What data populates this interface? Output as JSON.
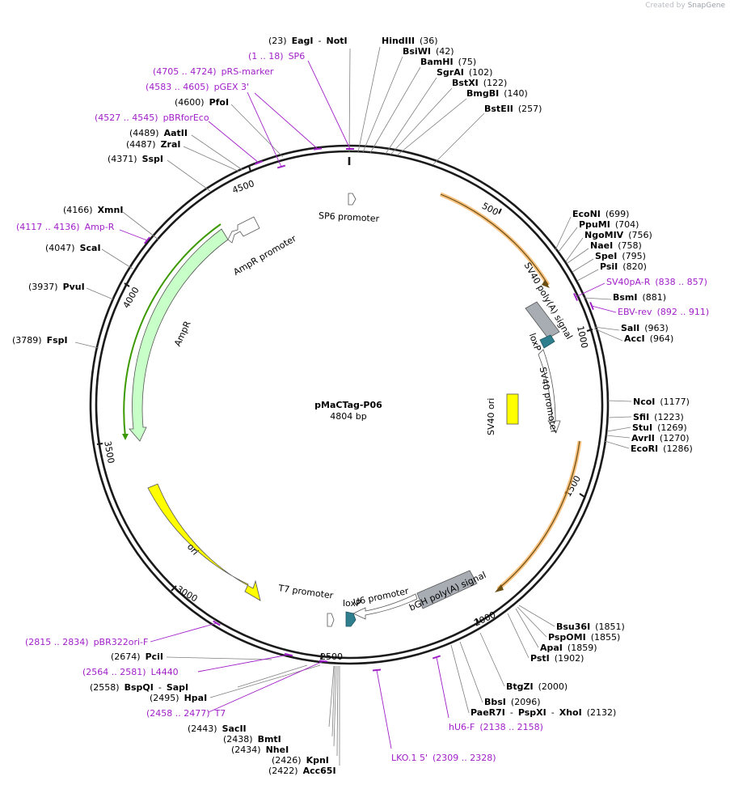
{
  "watermark": {
    "prefix": "Created by",
    "brand": "SnapGene"
  },
  "plasmid": {
    "name": "pMaCTag-P06",
    "length_label": "4804 bp",
    "length": 4804
  },
  "ticks": [
    "500",
    "1000",
    "1500",
    "2000",
    "2500",
    "3000",
    "3500",
    "4000",
    "4500"
  ],
  "enzymes": [
    {
      "id": "eagi-noti",
      "parts": [
        [
          "(23)",
          "pos"
        ],
        [
          "EagI",
          "name"
        ],
        [
          "-",
          "pos"
        ],
        [
          "NotI",
          "name"
        ]
      ]
    },
    {
      "id": "hindiii",
      "parts": [
        [
          "HindIII",
          "name"
        ],
        [
          "(36)",
          "pos"
        ]
      ]
    },
    {
      "id": "bsiwi",
      "parts": [
        [
          "BsiWI",
          "name"
        ],
        [
          "(42)",
          "pos"
        ]
      ]
    },
    {
      "id": "bamhi",
      "parts": [
        [
          "BamHI",
          "name"
        ],
        [
          "(75)",
          "pos"
        ]
      ]
    },
    {
      "id": "sgrai",
      "parts": [
        [
          "SgrAI",
          "name"
        ],
        [
          "(102)",
          "pos"
        ]
      ]
    },
    {
      "id": "bstxi",
      "parts": [
        [
          "BstXI",
          "name"
        ],
        [
          "(122)",
          "pos"
        ]
      ]
    },
    {
      "id": "bmgbi",
      "parts": [
        [
          "BmgBI",
          "name"
        ],
        [
          "(140)",
          "pos"
        ]
      ]
    },
    {
      "id": "bsteii",
      "parts": [
        [
          "BstEII",
          "name"
        ],
        [
          "(257)",
          "pos"
        ]
      ]
    },
    {
      "id": "econi",
      "parts": [
        [
          "EcoNI",
          "name"
        ],
        [
          "(699)",
          "pos"
        ]
      ]
    },
    {
      "id": "ppumi",
      "parts": [
        [
          "PpuMI",
          "name"
        ],
        [
          "(704)",
          "pos"
        ]
      ]
    },
    {
      "id": "ngomiv",
      "parts": [
        [
          "NgoMIV",
          "name"
        ],
        [
          "(756)",
          "pos"
        ]
      ]
    },
    {
      "id": "naei",
      "parts": [
        [
          "NaeI",
          "name"
        ],
        [
          "(758)",
          "pos"
        ]
      ]
    },
    {
      "id": "spei",
      "parts": [
        [
          "SpeI",
          "name"
        ],
        [
          "(795)",
          "pos"
        ]
      ]
    },
    {
      "id": "psii",
      "parts": [
        [
          "PsiI",
          "name"
        ],
        [
          "(820)",
          "pos"
        ]
      ]
    },
    {
      "id": "bsmi",
      "parts": [
        [
          "BsmI",
          "name"
        ],
        [
          "(881)",
          "pos"
        ]
      ]
    },
    {
      "id": "sali",
      "parts": [
        [
          "SalI",
          "name"
        ],
        [
          "(963)",
          "pos"
        ]
      ]
    },
    {
      "id": "acci",
      "parts": [
        [
          "AccI",
          "name"
        ],
        [
          "(964)",
          "pos"
        ]
      ]
    },
    {
      "id": "ncoi",
      "parts": [
        [
          "NcoI",
          "name"
        ],
        [
          "(1177)",
          "pos"
        ]
      ]
    },
    {
      "id": "sfii",
      "parts": [
        [
          "SfiI",
          "name"
        ],
        [
          "(1223)",
          "pos"
        ]
      ]
    },
    {
      "id": "stui",
      "parts": [
        [
          "StuI",
          "name"
        ],
        [
          "(1269)",
          "pos"
        ]
      ]
    },
    {
      "id": "avrii",
      "parts": [
        [
          "AvrII",
          "name"
        ],
        [
          "(1270)",
          "pos"
        ]
      ]
    },
    {
      "id": "ecori",
      "parts": [
        [
          "EcoRI",
          "name"
        ],
        [
          "(1286)",
          "pos"
        ]
      ]
    },
    {
      "id": "bsu36i",
      "parts": [
        [
          "Bsu36I",
          "name"
        ],
        [
          "(1851)",
          "pos"
        ]
      ]
    },
    {
      "id": "pspomi",
      "parts": [
        [
          "PspOMI",
          "name"
        ],
        [
          "(1855)",
          "pos"
        ]
      ]
    },
    {
      "id": "apai",
      "parts": [
        [
          "ApaI",
          "name"
        ],
        [
          "(1859)",
          "pos"
        ]
      ]
    },
    {
      "id": "psti",
      "parts": [
        [
          "PstI",
          "name"
        ],
        [
          "(1902)",
          "pos"
        ]
      ]
    },
    {
      "id": "btgzi",
      "parts": [
        [
          "BtgZI",
          "name"
        ],
        [
          "(2000)",
          "pos"
        ]
      ]
    },
    {
      "id": "bbsi",
      "parts": [
        [
          "BbsI",
          "name"
        ],
        [
          "(2096)",
          "pos"
        ]
      ]
    },
    {
      "id": "paer7i",
      "parts": [
        [
          "PaeR7I",
          "name"
        ],
        [
          "-",
          "pos"
        ],
        [
          "PspXI",
          "name"
        ],
        [
          "-",
          "pos"
        ],
        [
          "XhoI",
          "name"
        ],
        [
          "(2132)",
          "pos"
        ]
      ]
    },
    {
      "id": "acc65i",
      "parts": [
        [
          "(2422)",
          "pos"
        ],
        [
          "Acc65I",
          "name"
        ]
      ]
    },
    {
      "id": "kpni",
      "parts": [
        [
          "(2426)",
          "pos"
        ],
        [
          "KpnI",
          "name"
        ]
      ]
    },
    {
      "id": "nhei",
      "parts": [
        [
          "(2434)",
          "pos"
        ],
        [
          "NheI",
          "name"
        ]
      ]
    },
    {
      "id": "bmti",
      "parts": [
        [
          "(2438)",
          "pos"
        ],
        [
          "BmtI",
          "name"
        ]
      ]
    },
    {
      "id": "sacii",
      "parts": [
        [
          "(2443)",
          "pos"
        ],
        [
          "SacII",
          "name"
        ]
      ]
    },
    {
      "id": "hpai",
      "parts": [
        [
          "(2495)",
          "pos"
        ],
        [
          "HpaI",
          "name"
        ]
      ]
    },
    {
      "id": "bspqi-sapi",
      "parts": [
        [
          "(2558)",
          "pos"
        ],
        [
          "BspQI",
          "name"
        ],
        [
          "-",
          "pos"
        ],
        [
          "SapI",
          "name"
        ]
      ]
    },
    {
      "id": "pcii",
      "parts": [
        [
          "(2674)",
          "pos"
        ],
        [
          "PciI",
          "name"
        ]
      ]
    },
    {
      "id": "fspi",
      "parts": [
        [
          "(3789)",
          "pos"
        ],
        [
          "FspI",
          "name"
        ]
      ]
    },
    {
      "id": "pvui",
      "parts": [
        [
          "(3937)",
          "pos"
        ],
        [
          "PvuI",
          "name"
        ]
      ]
    },
    {
      "id": "scai",
      "parts": [
        [
          "(4047)",
          "pos"
        ],
        [
          "ScaI",
          "name"
        ]
      ]
    },
    {
      "id": "xmni",
      "parts": [
        [
          "(4166)",
          "pos"
        ],
        [
          "XmnI",
          "name"
        ]
      ]
    },
    {
      "id": "sspi",
      "parts": [
        [
          "(4371)",
          "pos"
        ],
        [
          "SspI",
          "name"
        ]
      ]
    },
    {
      "id": "zrai",
      "parts": [
        [
          "(4487)",
          "pos"
        ],
        [
          "ZraI",
          "name"
        ]
      ]
    },
    {
      "id": "aatii",
      "parts": [
        [
          "(4489)",
          "pos"
        ],
        [
          "AatII",
          "name"
        ]
      ]
    },
    {
      "id": "pfoi",
      "parts": [
        [
          "(4600)",
          "pos"
        ],
        [
          "PfoI",
          "name"
        ]
      ]
    }
  ],
  "primers": [
    {
      "id": "sp6",
      "parts": [
        [
          "(1 .. 18)",
          "p"
        ],
        [
          "SP6",
          "p"
        ]
      ]
    },
    {
      "id": "prs-marker",
      "parts": [
        [
          "(4705 .. 4724)",
          "p"
        ],
        [
          "pRS-marker",
          "p"
        ]
      ]
    },
    {
      "id": "pgex-3",
      "parts": [
        [
          "(4583 .. 4605)",
          "p"
        ],
        [
          "pGEX 3'",
          "p"
        ]
      ]
    },
    {
      "id": "pbrforeco",
      "parts": [
        [
          "(4527 .. 4545)",
          "p"
        ],
        [
          "pBRforEco",
          "p"
        ]
      ]
    },
    {
      "id": "amp-r",
      "parts": [
        [
          "(4117 .. 4136)",
          "p"
        ],
        [
          "Amp-R",
          "p"
        ]
      ]
    },
    {
      "id": "sv40pa-r",
      "parts": [
        [
          "SV40pA-R",
          "p"
        ],
        [
          "(838 .. 857)",
          "p"
        ]
      ]
    },
    {
      "id": "ebv-rev",
      "parts": [
        [
          "EBV-rev",
          "p"
        ],
        [
          "(892 .. 911)",
          "p"
        ]
      ]
    },
    {
      "id": "hu6-f",
      "parts": [
        [
          "hU6-F",
          "p"
        ],
        [
          "(2138 .. 2158)",
          "p"
        ]
      ]
    },
    {
      "id": "lko1-5",
      "parts": [
        [
          "LKO.1 5'",
          "p"
        ],
        [
          "(2309 .. 2328)",
          "p"
        ]
      ]
    },
    {
      "id": "t7",
      "parts": [
        [
          "(2458 .. 2477)",
          "p"
        ],
        [
          "T7",
          "p"
        ]
      ]
    },
    {
      "id": "l4440",
      "parts": [
        [
          "(2564 .. 2581)",
          "p"
        ],
        [
          "L4440",
          "p"
        ]
      ]
    },
    {
      "id": "pbr322ori-f",
      "parts": [
        [
          "(2815 .. 2834)",
          "p"
        ],
        [
          "pBR322ori-F",
          "p"
        ]
      ]
    }
  ],
  "features": [
    {
      "id": "sp6-promoter",
      "label": "SP6 promoter"
    },
    {
      "id": "sv40-polya",
      "label": "SV40 poly(A) signal"
    },
    {
      "id": "loxp-1",
      "label": "loxP"
    },
    {
      "id": "sv40-promoter",
      "label": "SV40 promoter"
    },
    {
      "id": "sv40-ori",
      "label": "SV40 ori"
    },
    {
      "id": "bgh-polya",
      "label": "bGH poly(A) signal"
    },
    {
      "id": "u6-promoter",
      "label": "U6 promoter"
    },
    {
      "id": "loxp-2",
      "label": "loxP"
    },
    {
      "id": "t7-promoter",
      "label": "T7 promoter"
    },
    {
      "id": "ori",
      "label": "ori"
    },
    {
      "id": "ampr",
      "label": "AmpR"
    },
    {
      "id": "ampr-promoter",
      "label": "AmpR promoter"
    }
  ],
  "colors": {
    "backbone": "#1a1a1a",
    "primer": "#a020c8",
    "leader": "#7f7f7f",
    "orange_arc": "#f6a23c",
    "orange_dark": "#6b4e12",
    "ampr": "#c8ffc8",
    "ampr_dark": "#3c9a00",
    "ori": "#ffff00",
    "sv40pa": "#a8adb4",
    "loxp": "#2f7f8f"
  }
}
